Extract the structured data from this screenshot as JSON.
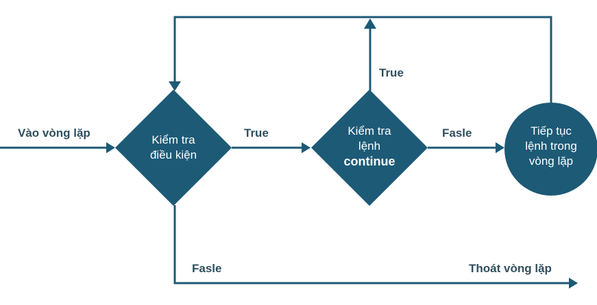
{
  "diagram": {
    "entry_label": "Vào vòng lặp",
    "condition_node": {
      "line1": "Kiểm tra",
      "line2": "điều kiện"
    },
    "condition_true_label": "True",
    "condition_false_label": "Fasle",
    "continue_node": {
      "line1": "Kiểm tra",
      "line2": "lệnh",
      "line3": "continue"
    },
    "continue_true_label": "True",
    "continue_false_label": "Fasle",
    "body_node": {
      "line1": "Tiếp tục",
      "line2": "lệnh trong",
      "line3": "vòng lặp"
    },
    "exit_label": "Thoát vòng lặp"
  },
  "colors": {
    "node_fill": "#1d5a76",
    "line": "#1d5a76",
    "label_text": "#2f4f5e",
    "node_text": "#ffffff"
  }
}
